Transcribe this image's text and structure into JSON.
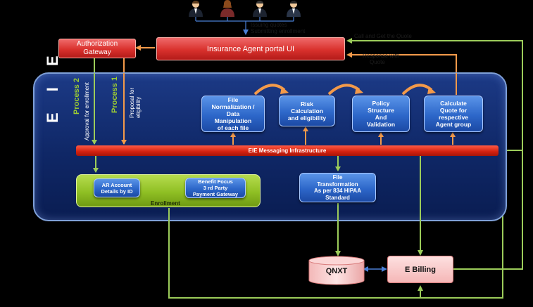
{
  "users": {
    "caption_line1": "Issuing quotes",
    "caption_line2": "Submitting enrollment"
  },
  "portal": {
    "label": "Insurance Agent portal UI"
  },
  "auth_gateway": {
    "label_line1": "Authorization",
    "label_line2": "Gateway"
  },
  "portal_annotations": {
    "get_quote": "Call and Get the Quote",
    "respond": "Response with",
    "quote": "Quote"
  },
  "eie": {
    "label": "E I E",
    "process2": {
      "title": "Process 2",
      "sub": "Approval for enrollment"
    },
    "process1": {
      "title": "Process 1",
      "sub_line1": "Proposal for",
      "sub_line2": "eligibility"
    },
    "steps": [
      {
        "lines": [
          "File",
          "Normalization /",
          "Data",
          "Manipulation",
          "of each file"
        ]
      },
      {
        "lines": [
          "Risk",
          "Calculation",
          "and eligibility"
        ]
      },
      {
        "lines": [
          "Policy",
          "Structure",
          "And",
          "Validation"
        ]
      },
      {
        "lines": [
          "Calculate",
          "Quote for",
          "respective",
          "Agent group"
        ]
      }
    ],
    "bus_label": "EIE Messaging Infrastructure",
    "enrollment": {
      "label": "Enrollment",
      "left_lines": [
        "AR Account",
        "Details by ID"
      ],
      "right_lines": [
        "Benefit Focus",
        "3 rd Party",
        "Payment Gateway"
      ]
    },
    "transformation": {
      "lines": [
        "File",
        "Transformation",
        "As per 834 HIPAA",
        "Standard"
      ]
    }
  },
  "systems": {
    "qnxt": "QNXT",
    "ebilling": "E Billing"
  },
  "colors": {
    "green_line": "#9ccc5a",
    "orange_line": "#f39a4a",
    "blue_arrow": "#4a7fd6"
  },
  "icons": [
    "person-icon",
    "person-icon",
    "person-icon",
    "person-icon"
  ]
}
